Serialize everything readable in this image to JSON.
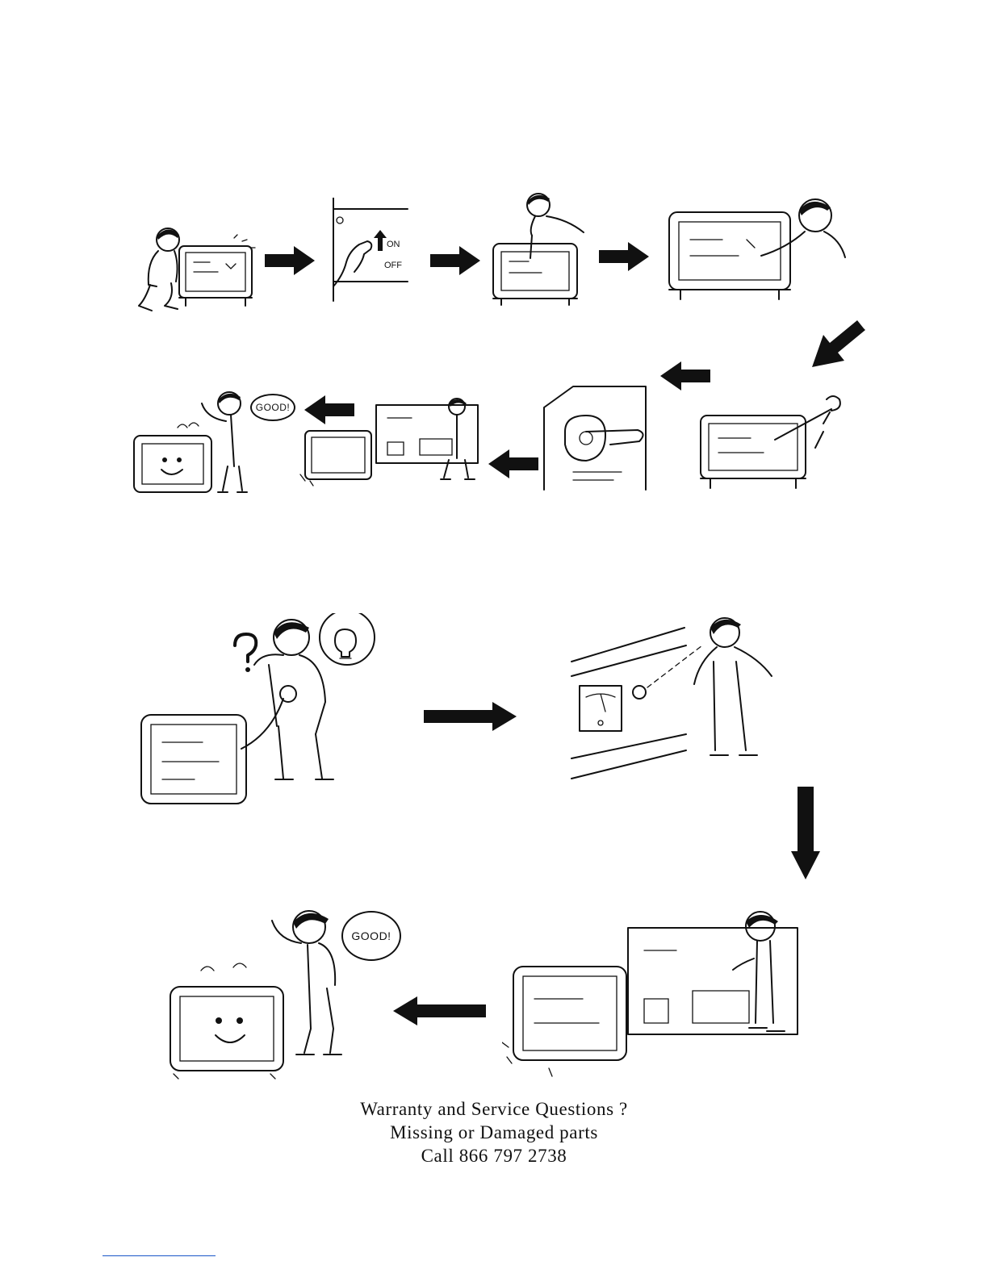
{
  "page": {
    "section1": {
      "switch_on_label": "ON",
      "switch_off_label": "OFF",
      "speech_bubble": "GOOD!"
    },
    "section2": {
      "speech_bubble": "GOOD!"
    },
    "footer": {
      "line1": "Warranty and Service Questions ?",
      "line2": "Missing or Damaged parts",
      "line3": "Call 866 797 2738"
    }
  }
}
